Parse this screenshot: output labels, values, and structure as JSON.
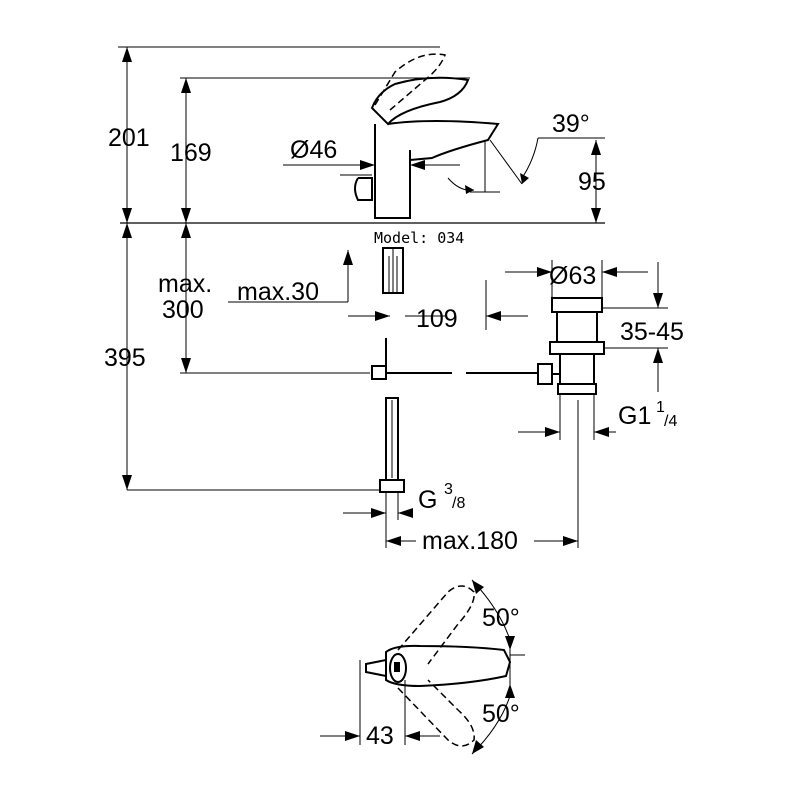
{
  "model_label": "Model: 034",
  "dimensions": {
    "total_height": "201",
    "spout_height": "169",
    "body_diameter": "Ø46",
    "lever_angle": "39°",
    "outlet_height": "95",
    "panel_thickness_label": "max.",
    "panel_thickness_value": "300",
    "counter_thickness": "max.30",
    "projection": "109",
    "waste_diameter": "Ø63",
    "waste_range": "35-45",
    "below_counter": "395",
    "waste_thread_main": "G1",
    "waste_thread_sup": "1",
    "waste_thread_sub": "/4",
    "supply_thread_main": "G",
    "supply_thread_sup": "3",
    "supply_thread_sub": "/8",
    "supply_spacing": "max.180",
    "swivel_angle_top": "50°",
    "swivel_angle_bottom": "50°",
    "base_width": "43"
  }
}
